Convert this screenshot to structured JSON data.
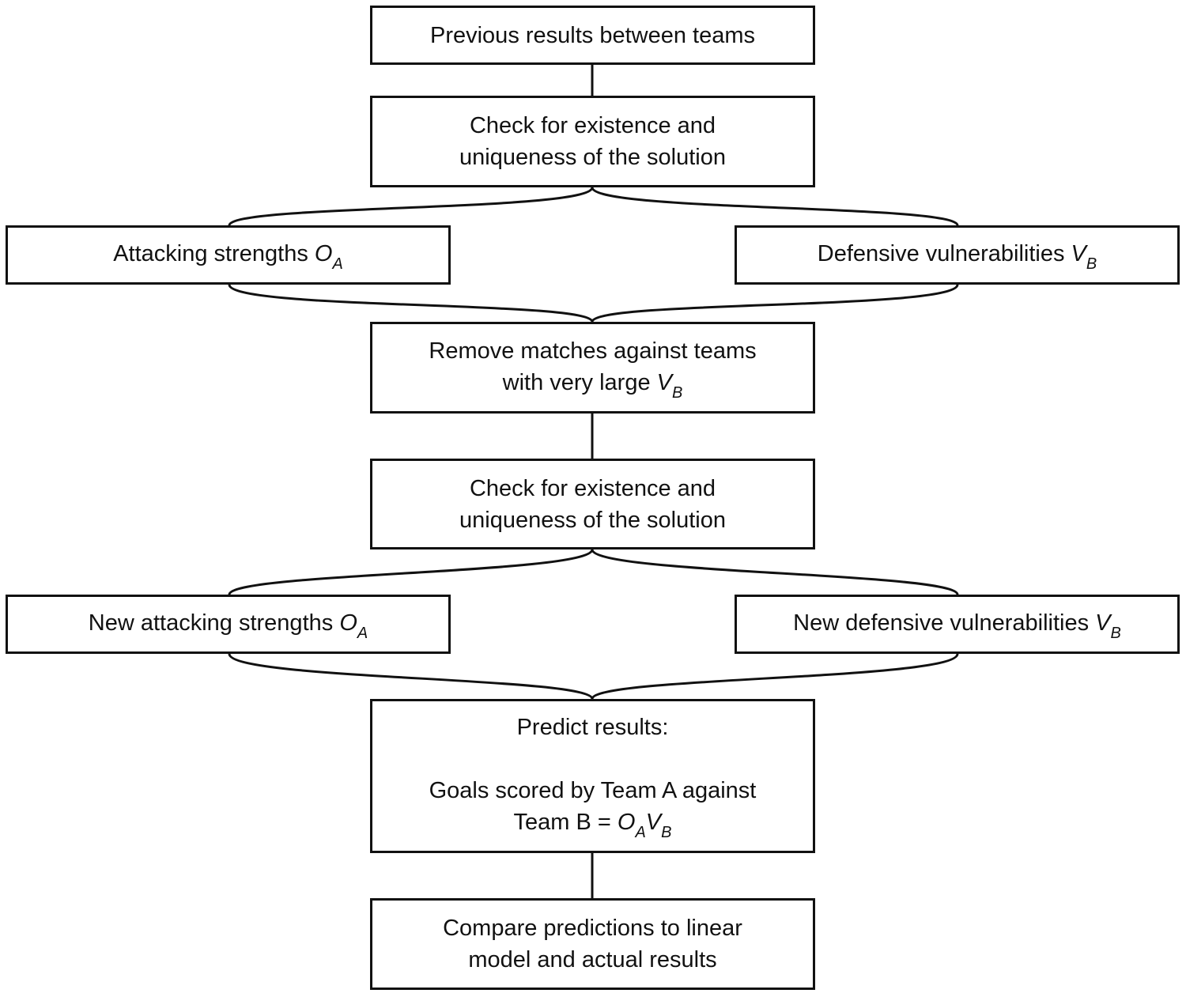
{
  "nodes": {
    "previous_results": {
      "text": "Previous results between teams"
    },
    "check_1": {
      "line1": "Check for existence and",
      "line2": "uniqueness of the solution"
    },
    "attacking": {
      "text": "Attacking strengths ",
      "var": "O",
      "sub": "A"
    },
    "defensive": {
      "text": "Defensive vulnerabilities ",
      "var": "V",
      "sub": "B"
    },
    "remove": {
      "line1": "Remove matches against teams",
      "line2": "with very large ",
      "var": "V",
      "sub": "B"
    },
    "check_2": {
      "line1": "Check for existence and",
      "line2": "uniqueness of the solution"
    },
    "new_attacking": {
      "text": "New attacking strengths ",
      "var": "O",
      "sub": "A"
    },
    "new_defensive": {
      "text": "New defensive vulnerabilities ",
      "var": "V",
      "sub": "B"
    },
    "predict": {
      "line1": "Predict results:",
      "line2": "Goals scored by Team A against",
      "line3": "Team B = ",
      "var1": "O",
      "sub1": "A",
      "var2": "V",
      "sub2": "B"
    },
    "compare": {
      "line1": "Compare predictions to linear",
      "line2": "model and actual results"
    }
  }
}
